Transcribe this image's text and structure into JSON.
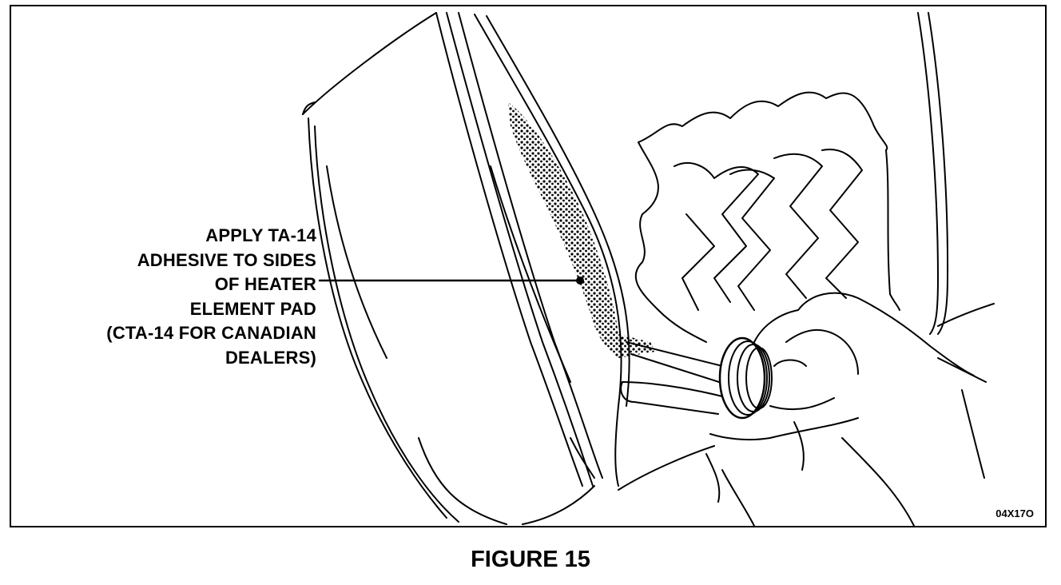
{
  "callout": {
    "lines": [
      "APPLY TA-14",
      "ADHESIVE TO SIDES",
      "OF HEATER",
      "ELEMENT PAD",
      "(CTA-14 FOR CANADIAN",
      "DEALERS)"
    ]
  },
  "image_code": "04X17O",
  "caption": "FIGURE 15",
  "colors": {
    "ink": "#000000",
    "paper": "#ffffff"
  },
  "icons": {
    "illustration": "seat-back-heater-pad-adhesive-brush-line-art"
  }
}
